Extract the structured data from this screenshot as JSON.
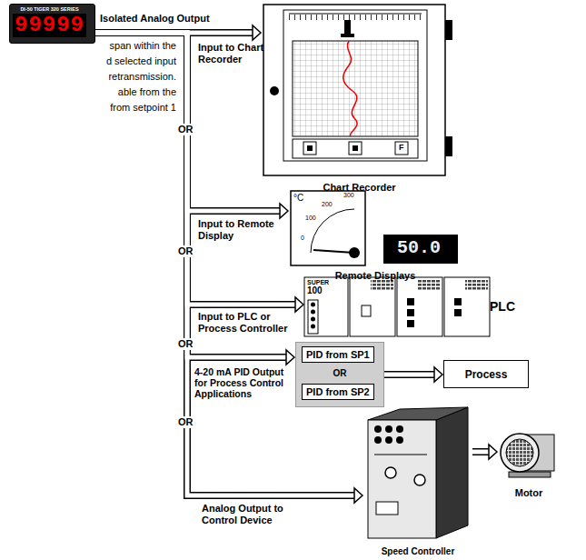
{
  "diagram": {
    "nodes": [
      {
        "text": [
          "DI-50 TIGER 320 SERIES",
          "99999"
        ]
      },
      {
        "text": [
          "Chart Recorder"
        ]
      },
      {
        "text": [
          "Remote Displays"
        ]
      },
      {
        "text": [
          "PLC"
        ]
      },
      {
        "text": [
          "OR"
        ]
      },
      {
        "text": [
          "PID from SP1"
        ],
        "in": 4
      },
      {
        "text": [
          "PID from SP2"
        ],
        "in": 4
      },
      {
        "text": [
          "Process"
        ]
      },
      {
        "text": [
          "Speed Controller"
        ]
      },
      {
        "text": [
          "Motor"
        ]
      }
    ],
    "edges": [
      {
        "from": 0,
        "to": 1,
        "arrow": "to",
        "label": "Input to Chart Recorder"
      },
      {
        "from": 0,
        "to": 2,
        "arrow": "to",
        "label": "Input to Remote Display"
      },
      {
        "from": 0,
        "to": 3,
        "arrow": "to",
        "label": "Input to PLC or Process Controller"
      },
      {
        "from": 0,
        "to": 4,
        "arrow": "to",
        "label": "4-20 mA PID Output for Process Control Applications"
      },
      {
        "from": 4,
        "to": 7,
        "arrow": "to"
      },
      {
        "from": 0,
        "to": 8,
        "arrow": "to",
        "label": "Analog Output to Control Device"
      },
      {
        "from": 8,
        "to": 9,
        "arrow": "to"
      }
    ],
    "labels": [
      "Isolated Analog Output",
      "span within the",
      "d selected input",
      "retransmission.",
      "able from the",
      "from setpoint 1",
      "OR",
      "OR",
      "OR",
      "OR",
      "°C",
      "0",
      "100",
      "200",
      "300",
      "50.0",
      "SUPER",
      "100",
      "F"
    ]
  }
}
